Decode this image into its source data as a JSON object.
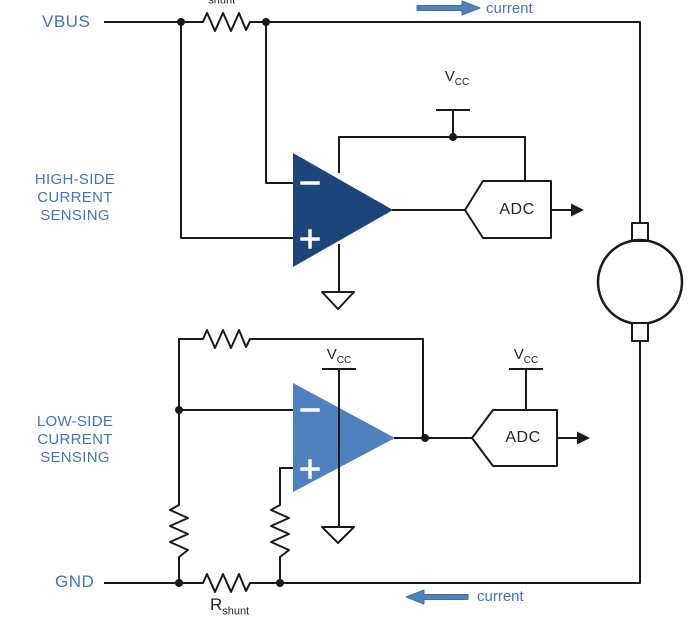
{
  "labels": {
    "vbus": "VBUS",
    "gnd": "GND",
    "current_top": "current",
    "current_bottom": "current",
    "adc": "ADC",
    "high_side": {
      "l1": "HIGH-SIDE",
      "l2": "CURRENT",
      "l3": "SENSING"
    },
    "low_side": {
      "l1": "LOW-SIDE",
      "l2": "CURRENT",
      "l3": "SENSING"
    },
    "vcc": {
      "v": "V",
      "sub": "CC"
    },
    "rshunt": {
      "r": "R",
      "sub": "shunt"
    }
  },
  "colors": {
    "opamp_high_fill": "#1C4679",
    "opamp_low_fill": "#4E81BD",
    "label_blue": "#4472C4",
    "arrow_fill": "#4F81BD",
    "arrow_stroke": "#41719C",
    "wire": "#1A1A1A"
  }
}
